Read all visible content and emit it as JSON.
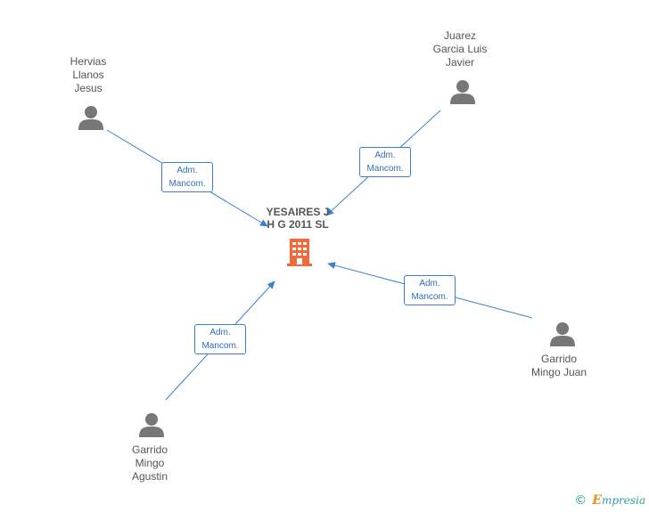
{
  "company": {
    "name_line1": "YESAIRES J",
    "name_line2": "H G 2011 SL",
    "icon": "building-icon",
    "color": "#f26a3a"
  },
  "persons": [
    {
      "id": "hervias",
      "lines": [
        "Hervias",
        "Llanos",
        "Jesus"
      ],
      "icon": "person-icon"
    },
    {
      "id": "juarez",
      "lines": [
        "Juarez",
        "Garcia Luis",
        "Javier"
      ],
      "icon": "person-icon"
    },
    {
      "id": "garrido-juan",
      "lines": [
        "Garrido",
        "Mingo Juan"
      ],
      "icon": "person-icon"
    },
    {
      "id": "garrido-agustin",
      "lines": [
        "Garrido",
        "Mingo",
        "Agustin"
      ],
      "icon": "person-icon"
    }
  ],
  "relations": [
    {
      "from": "hervias",
      "line1": "Adm.",
      "line2": "Mancom."
    },
    {
      "from": "juarez",
      "line1": "Adm.",
      "line2": "Mancom."
    },
    {
      "from": "garrido-juan",
      "line1": "Adm.",
      "line2": "Mancom."
    },
    {
      "from": "garrido-agustin",
      "line1": "Adm.",
      "line2": "Mancom."
    }
  ],
  "colors": {
    "edge": "#3a7fd5",
    "person": "#777777",
    "text": "#555555"
  },
  "footer": {
    "copyright": "©",
    "brand_initial": "E",
    "brand_rest": "mpresia"
  }
}
